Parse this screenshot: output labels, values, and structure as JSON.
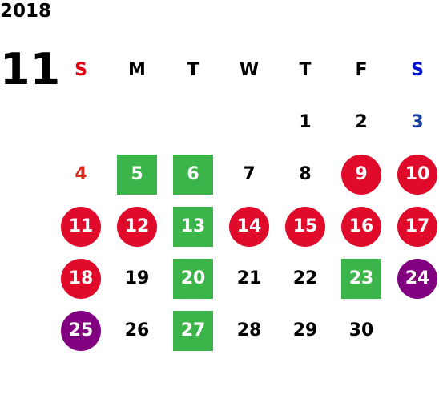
{
  "header": {
    "year": "2018",
    "month": "11"
  },
  "weekdays": [
    "S",
    "M",
    "T",
    "W",
    "T",
    "F",
    "S"
  ],
  "colors": {
    "sunday_header": "#e00010",
    "saturday_header": "#0010d0",
    "green_highlight": "#3bb44a",
    "red_highlight": "#e00a2a",
    "purple_highlight": "#800080"
  },
  "weeks": [
    [
      null,
      null,
      null,
      null,
      {
        "d": "1"
      },
      {
        "d": "2"
      },
      {
        "d": "3"
      }
    ],
    [
      {
        "d": "4"
      },
      {
        "d": "5",
        "m": "green"
      },
      {
        "d": "6",
        "m": "green"
      },
      {
        "d": "7"
      },
      {
        "d": "8"
      },
      {
        "d": "9",
        "m": "red"
      },
      {
        "d": "10",
        "m": "red"
      }
    ],
    [
      {
        "d": "11",
        "m": "red"
      },
      {
        "d": "12",
        "m": "red"
      },
      {
        "d": "13",
        "m": "green"
      },
      {
        "d": "14",
        "m": "red"
      },
      {
        "d": "15",
        "m": "red"
      },
      {
        "d": "16",
        "m": "red"
      },
      {
        "d": "17",
        "m": "red"
      }
    ],
    [
      {
        "d": "18",
        "m": "red"
      },
      {
        "d": "19"
      },
      {
        "d": "20",
        "m": "green"
      },
      {
        "d": "21"
      },
      {
        "d": "22"
      },
      {
        "d": "23",
        "m": "green"
      },
      {
        "d": "24",
        "m": "purple"
      }
    ],
    [
      {
        "d": "25",
        "m": "purple"
      },
      {
        "d": "26"
      },
      {
        "d": "27",
        "m": "green"
      },
      {
        "d": "28"
      },
      {
        "d": "29"
      },
      {
        "d": "30"
      },
      null
    ]
  ]
}
